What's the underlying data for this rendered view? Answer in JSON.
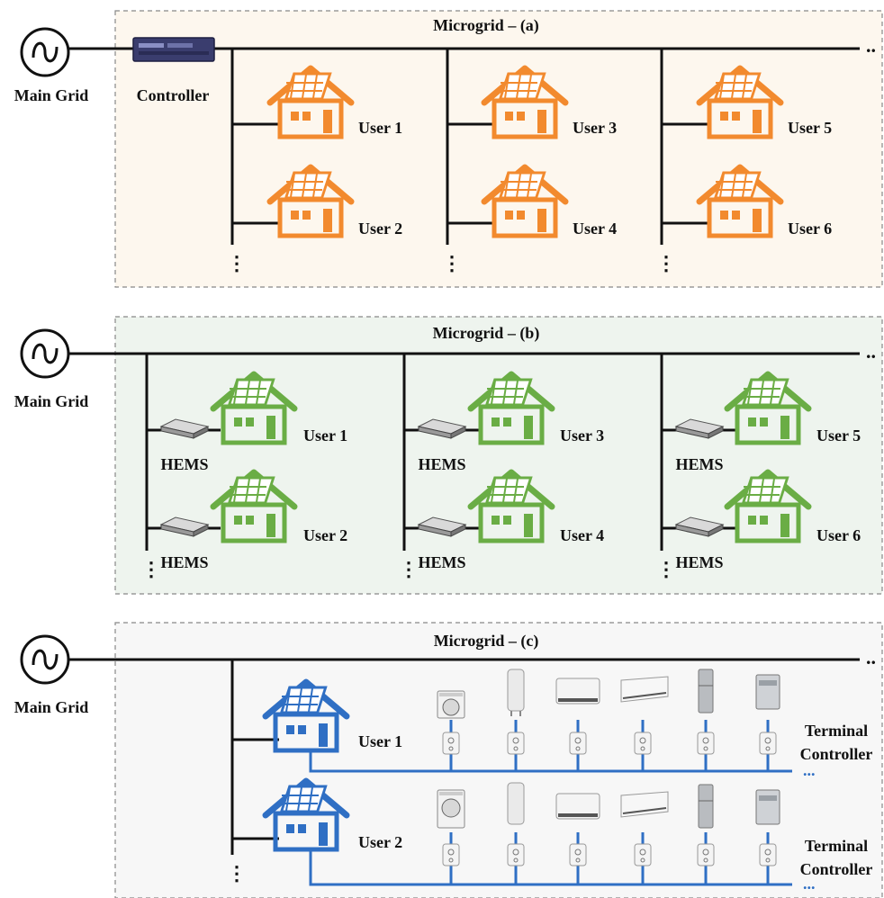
{
  "panels": [
    {
      "title": "Microgrid – (a)",
      "grid_label": "Main Grid",
      "controller_label": "Controller",
      "house_color": "#f28a2e",
      "bg_color": "#fdf7ee",
      "users": [
        "User 1",
        "User 2",
        "User 3",
        "User 4",
        "User 5",
        "User 6"
      ],
      "ellipsis": "⋮",
      "trail": ".."
    },
    {
      "title": "Microgrid – (b)",
      "grid_label": "Main Grid",
      "hems_label": "HEMS",
      "house_color": "#6aad45",
      "bg_color": "#eef4ee",
      "users": [
        "User 1",
        "User 2",
        "User 3",
        "User 4",
        "User 5",
        "User 6"
      ],
      "ellipsis": "⋮",
      "trail": ".."
    },
    {
      "title": "Microgrid – (c)",
      "grid_label": "Main Grid",
      "house_color": "#2f6fc4",
      "bg_color": "#f7f7f7",
      "users": [
        "User 1",
        "User 2"
      ],
      "terminal_label_1": "Terminal",
      "terminal_label_2": "Controller",
      "appliances": [
        "washing-machine",
        "water-heater",
        "storage-heater",
        "air-conditioner",
        "refrigerator",
        "dishwasher"
      ],
      "ellipsis": "⋮",
      "trail": "..",
      "bus_trail": "..."
    }
  ]
}
